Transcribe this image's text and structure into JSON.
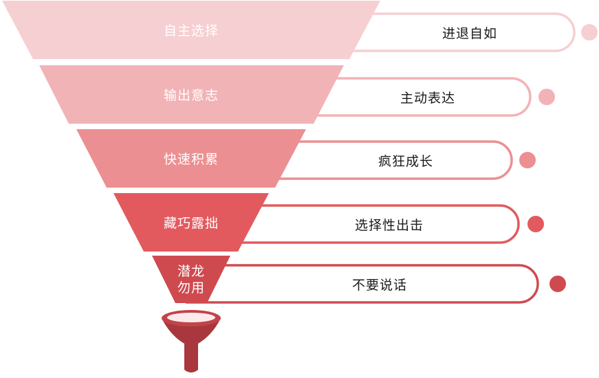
{
  "colors": {
    "tier1": "#f6cfd2",
    "tier2": "#f2b3b6",
    "tier3": "#ec8f92",
    "tier4": "#e25a5e",
    "tier5": "#cf4a4f",
    "funnel_body": "#a8383d",
    "funnel_rim": "#c24349",
    "funnel_mouth": "#fbeaec"
  },
  "tiers": [
    {
      "label_lines": [
        "自主选择"
      ],
      "pill_text": "进退自如"
    },
    {
      "label_lines": [
        "输出意志"
      ],
      "pill_text": "主动表达"
    },
    {
      "label_lines": [
        "快速积累"
      ],
      "pill_text": "疯狂成长"
    },
    {
      "label_lines": [
        "藏巧露拙"
      ],
      "pill_text": "选择性出击"
    },
    {
      "label_lines": [
        "潜龙",
        "勿用"
      ],
      "pill_text": "不要说话"
    }
  ]
}
